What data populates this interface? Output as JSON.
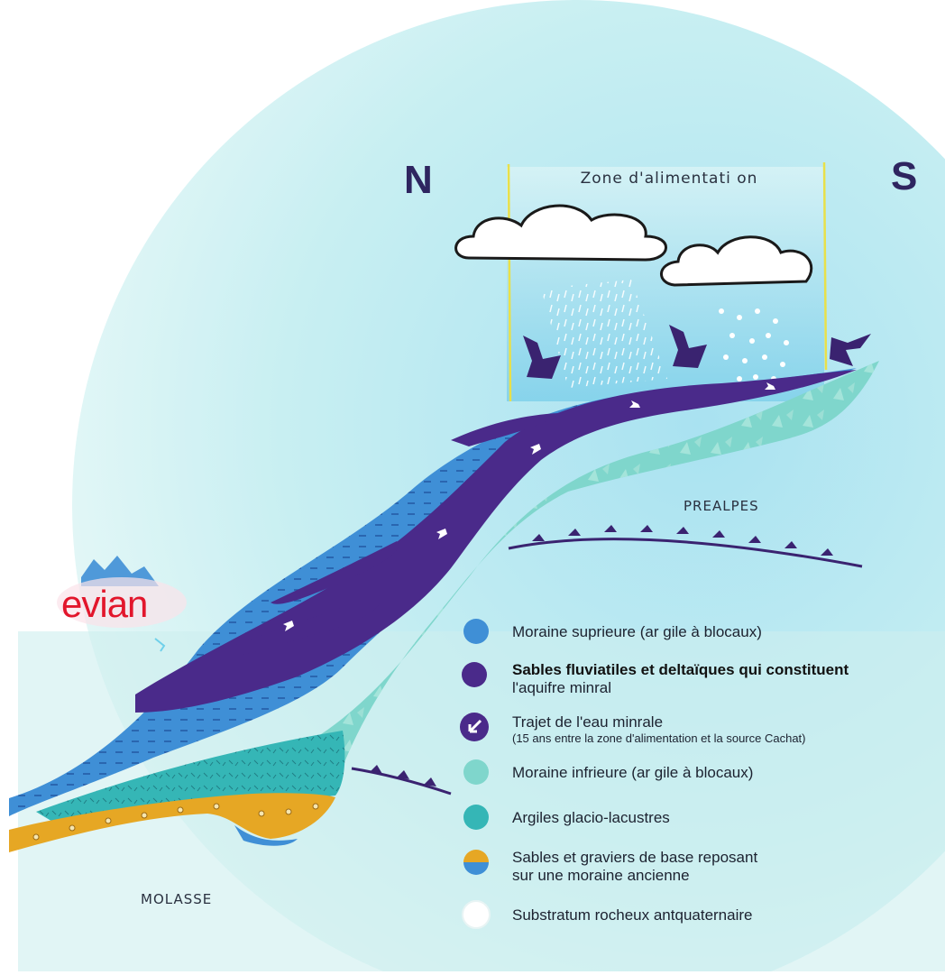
{
  "diagram": {
    "compass": {
      "north": "N",
      "south": "S"
    },
    "zone_label": "Zone d'alimentati on",
    "regions": {
      "prealpes": "PREALPES",
      "molasse": "MOLASSE"
    },
    "logo": "evian",
    "colors": {
      "moraine_superieure": "#3f8fd6",
      "sables_fluviatiles": "#4a2a8a",
      "moraine_inferieure": "#6fd0c6",
      "argiles": "#2fb3b3",
      "sables_graviers": "#e6a724",
      "substratum": "#ffffff",
      "background": "#cdeeee",
      "arrow": "#3a2370"
    },
    "legend": [
      {
        "id": "moraine-superieure",
        "text": "Moraine suprieure (ar gile à blocaux)"
      },
      {
        "id": "sables-fluviatiles",
        "text": "Sables fluviatiles et deltaïques qui constituent",
        "text2": "l'aquifre minral"
      },
      {
        "id": "trajet-eau",
        "text": "Trajet de l'eau minrale",
        "text2": "(15 ans entre la zone d'alimentation et la source Cachat)"
      },
      {
        "id": "moraine-inferieure",
        "text": "Moraine infrieure (ar gile à blocaux)"
      },
      {
        "id": "argiles",
        "text": "Argiles glacio-lacustres"
      },
      {
        "id": "sables-graviers",
        "text": "Sables et graviers de base reposant",
        "text2": "sur une moraine ancienne"
      },
      {
        "id": "substratum",
        "text": "Substratum rocheux antquaternaire"
      }
    ]
  }
}
